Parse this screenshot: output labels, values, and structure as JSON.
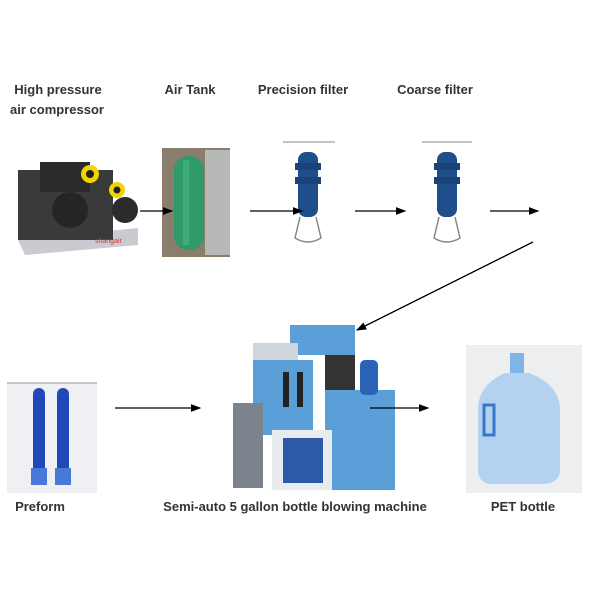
{
  "labels": {
    "compressor_line1": "High pressure",
    "compressor_line2": "air compressor",
    "air_tank": "Air Tank",
    "precision_filter": "Precision filter",
    "coarse_filter": "Coarse filter",
    "preform": "Preform",
    "machine": "Semi-auto 5 gallon bottle blowing machine",
    "pet_bottle": "PET bottle"
  },
  "colors": {
    "filter_blue": "#1f4f8a",
    "tank_green": "#2f9a6a",
    "machine_blue": "#5a9fd8",
    "preform_blue": "#2148b8"
  }
}
